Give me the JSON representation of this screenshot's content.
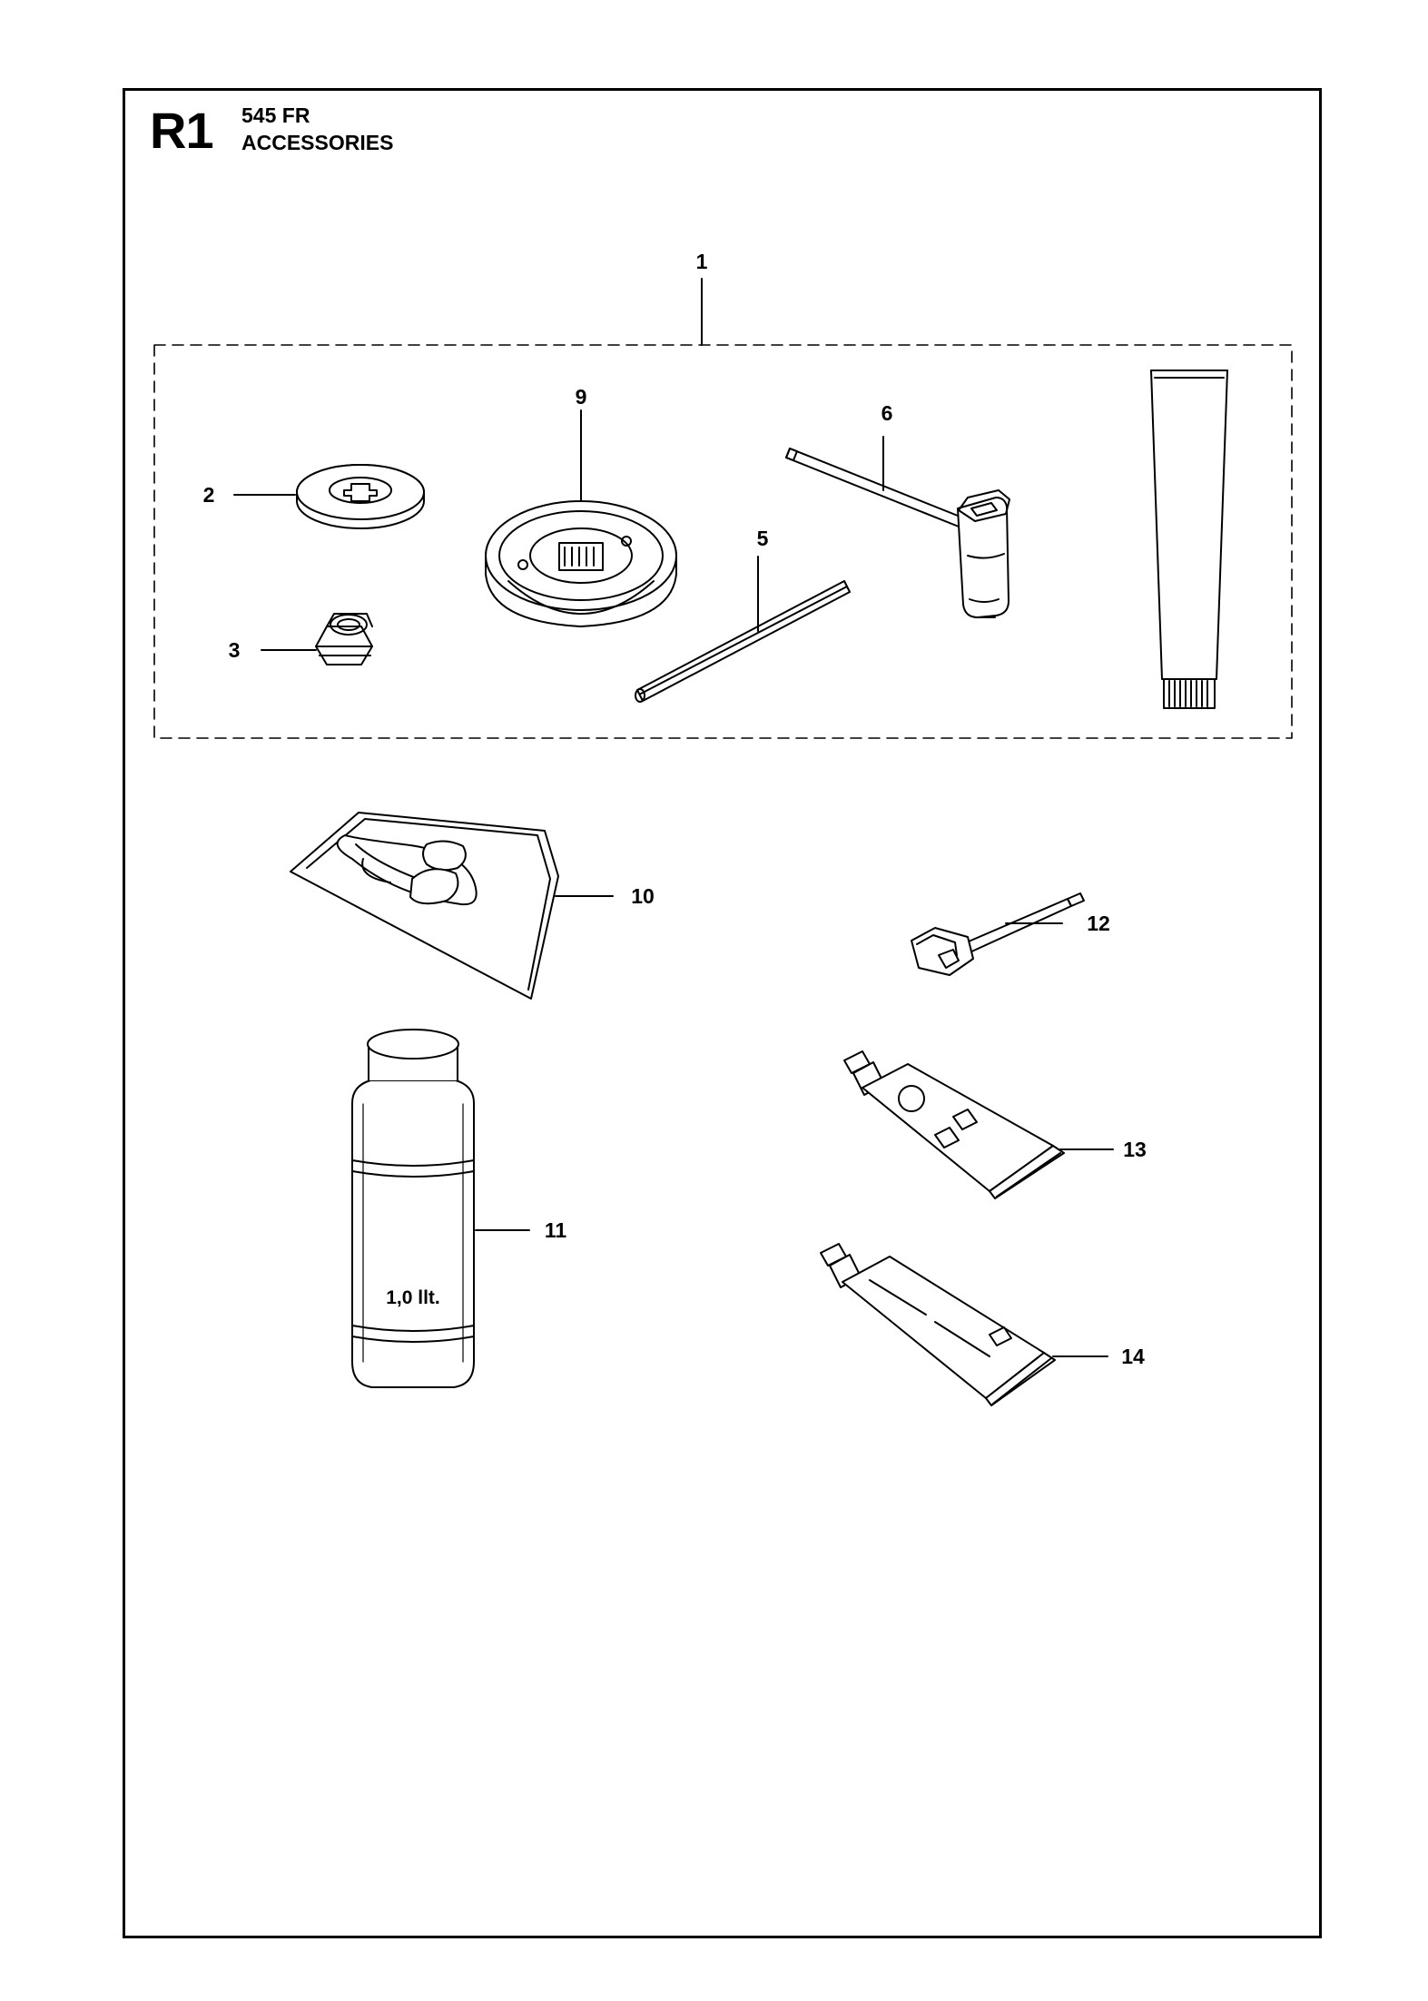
{
  "header": {
    "code": "R1",
    "model": "545 FR",
    "title": "ACCESSORIES"
  },
  "callouts": {
    "c1": "1",
    "c2": "2",
    "c3": "3",
    "c5": "5",
    "c6": "6",
    "c9": "9",
    "c10": "10",
    "c11": "11",
    "c12": "12",
    "c13": "13",
    "c14": "14"
  },
  "bottle_label": "1,0 llt."
}
